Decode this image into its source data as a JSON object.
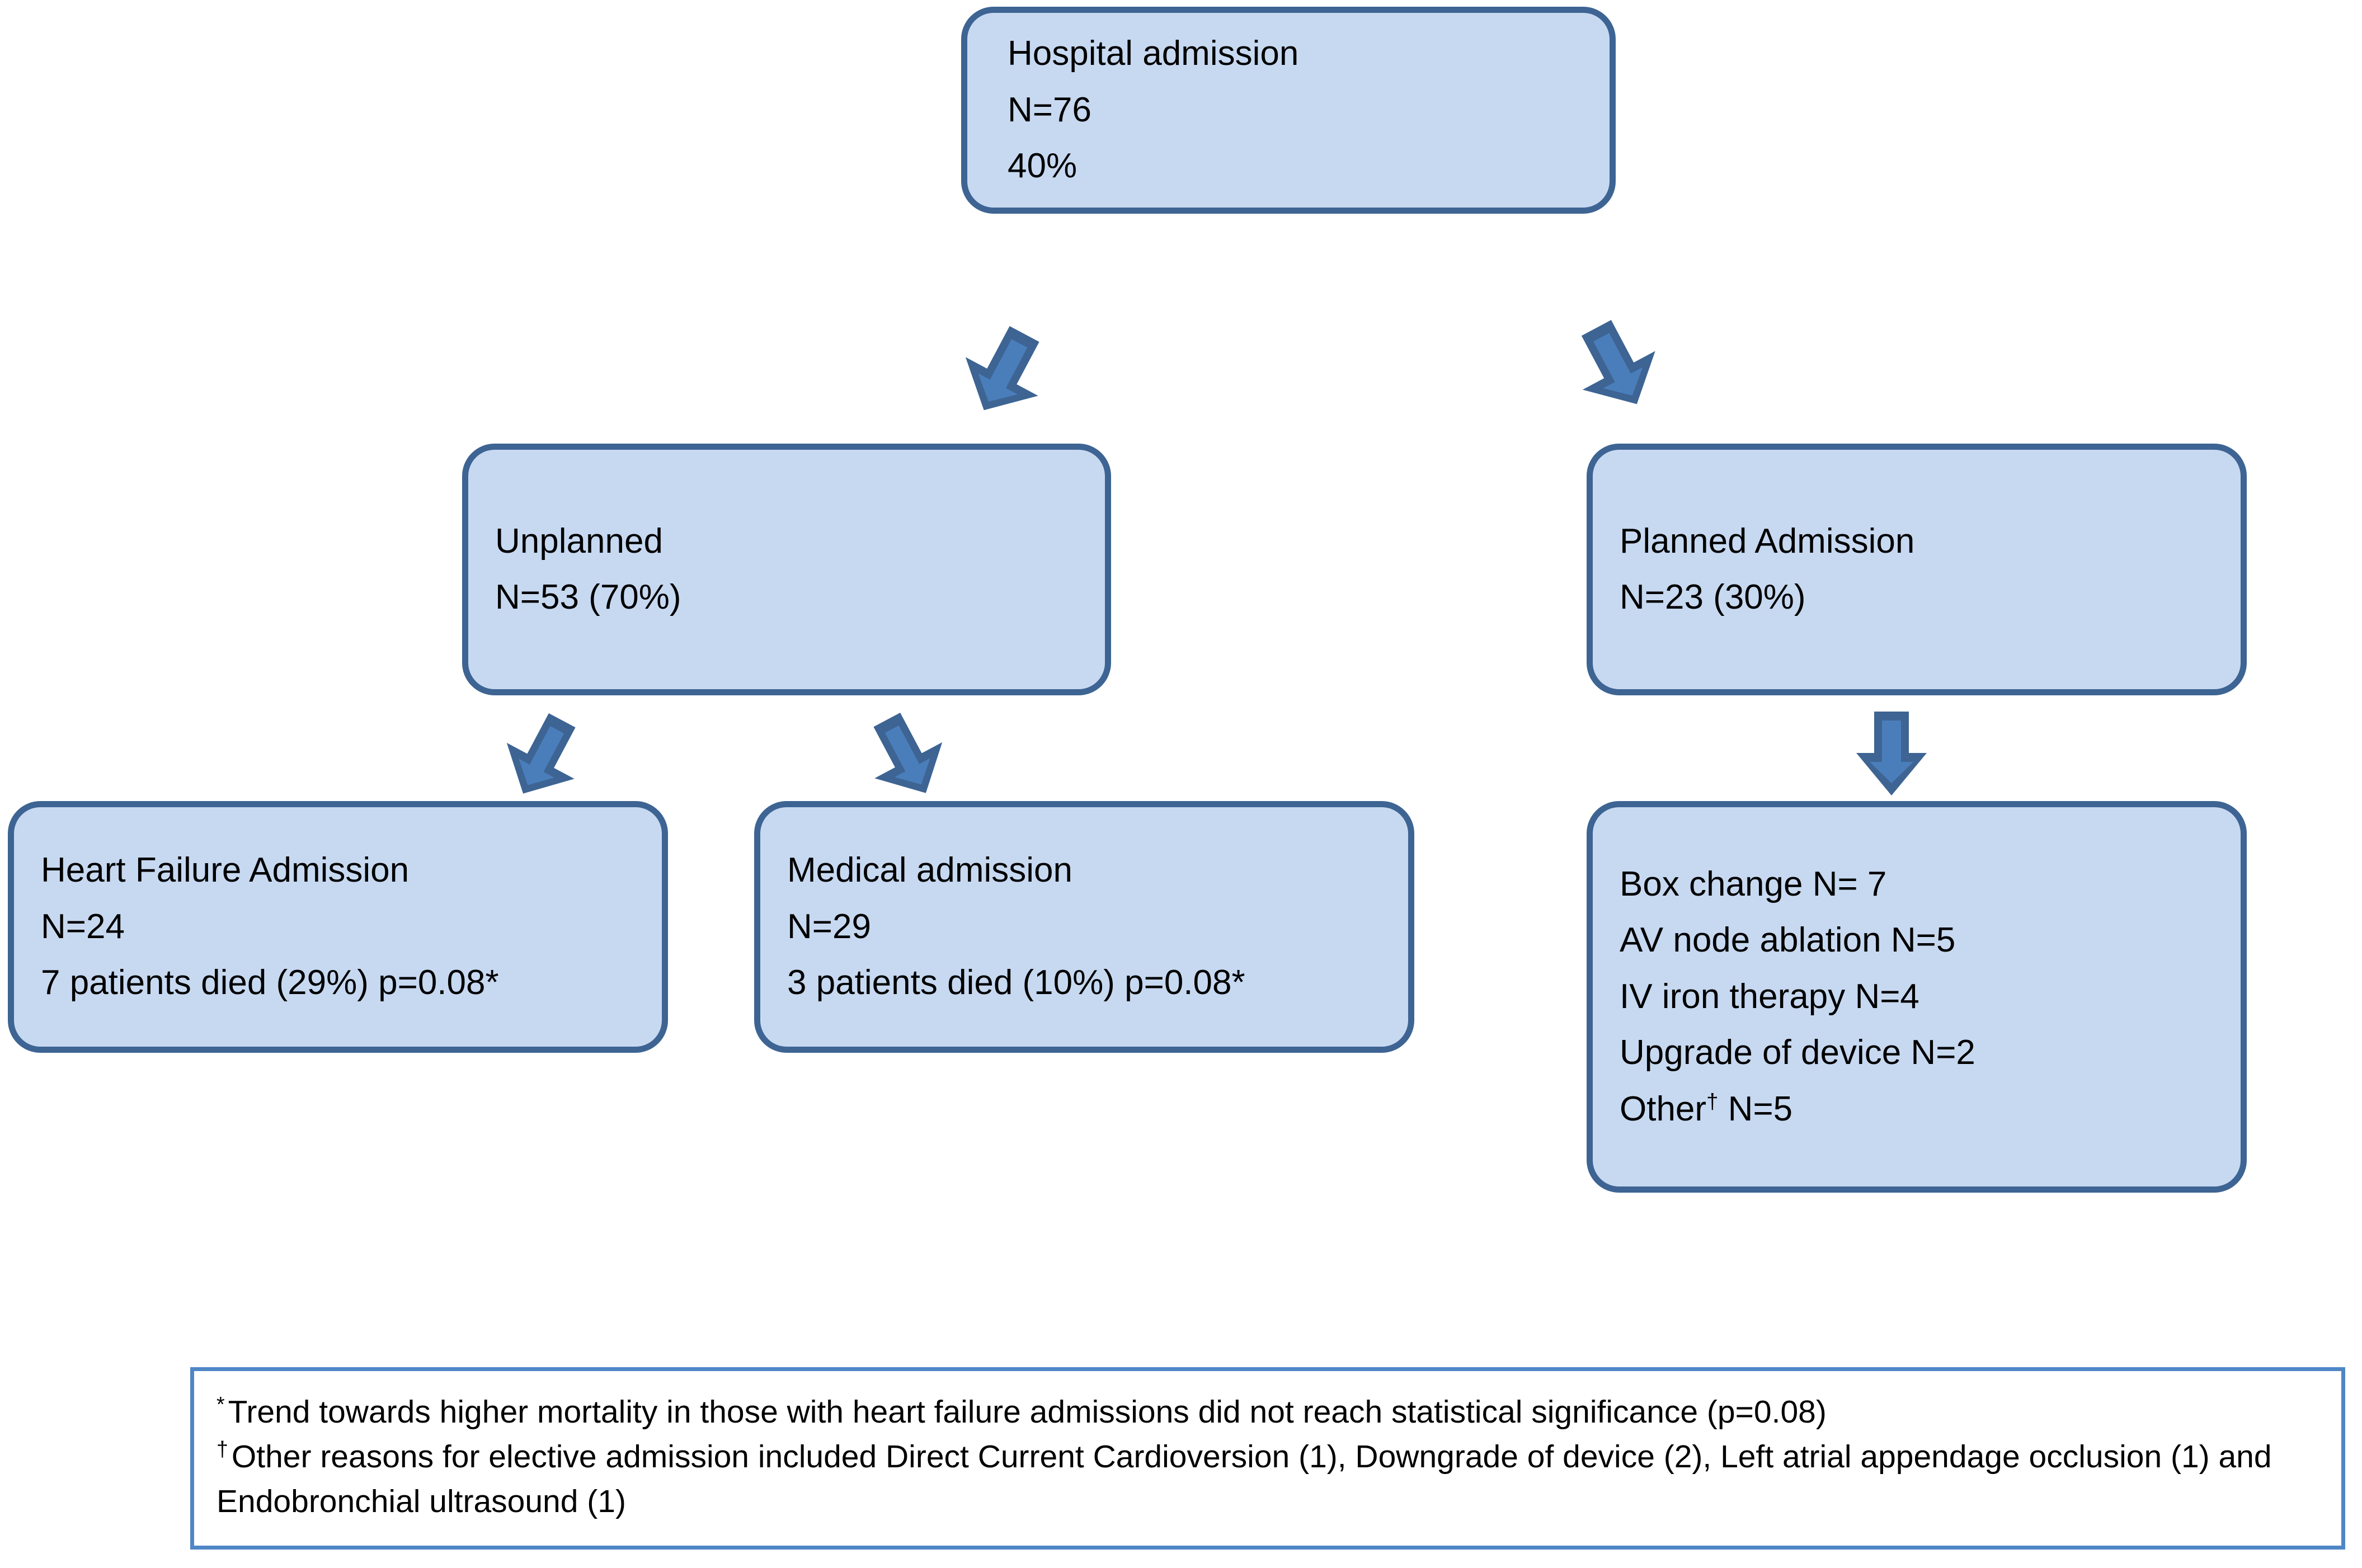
{
  "figure": {
    "type": "flowchart",
    "title": "Hospital admission outcomes flow diagram",
    "colors": {
      "node_fill": "#c7d9f1",
      "node_border": "#3d6493",
      "arrow_border": "#3d6493",
      "arrow_fill": "#4a7ebb",
      "footnote_border": "#4f86c6",
      "text": "#000000",
      "background": "#ffffff"
    }
  },
  "nodes": {
    "root": {
      "name": "hospital-admission",
      "lines": [
        "Hospital admission",
        "N=76",
        "40%"
      ]
    },
    "unplanned": {
      "name": "unplanned-admission",
      "lines": [
        "Unplanned",
        "N=53  (70%)"
      ]
    },
    "planned": {
      "name": "planned-admission",
      "lines": [
        "Planned Admission",
        "N=23  (30%)"
      ]
    },
    "heart_failure": {
      "name": "heart-failure-admission",
      "lines": [
        "Heart Failure Admission",
        "N=24",
        "7 patients died (29%) p=0.08*"
      ]
    },
    "medical": {
      "name": "medical-admission",
      "lines": [
        "Medical admission",
        "N=29",
        "3 patients died (10%) p=0.08*"
      ]
    },
    "planned_reasons": {
      "name": "planned-admission-reasons",
      "lines": [
        "Box change N= 7",
        "AV node ablation N=5",
        "IV iron therapy N=4",
        "Upgrade of device N=2"
      ],
      "other_label": "Other",
      "other_marker": "†",
      "other_count": " N=5"
    }
  },
  "arrows": [
    {
      "name": "arrow-root-to-unplanned",
      "from": "root",
      "to": "unplanned"
    },
    {
      "name": "arrow-root-to-planned",
      "from": "root",
      "to": "planned"
    },
    {
      "name": "arrow-unplanned-to-heart-failure",
      "from": "unplanned",
      "to": "heart_failure"
    },
    {
      "name": "arrow-unplanned-to-medical",
      "from": "unplanned",
      "to": "medical"
    },
    {
      "name": "arrow-planned-to-reasons",
      "from": "planned",
      "to": "planned_reasons"
    }
  ],
  "footnote": {
    "line1_marker": "*",
    "line1": "Trend towards higher mortality in those with heart failure admissions did not reach statistical significance (p=0.08)",
    "line2_marker": "†",
    "line2": "Other reasons for elective admission included Direct Current Cardioversion (1), Downgrade of device (2), Left atrial appendage occlusion (1) and Endobronchial ultrasound (1)"
  },
  "chart_data": {
    "type": "flowchart",
    "title": "Hospital admission outcomes",
    "total_admissions": 76,
    "total_percent": 40,
    "branches": [
      {
        "label": "Unplanned",
        "n": 53,
        "percent": 70
      },
      {
        "label": "Planned Admission",
        "n": 23,
        "percent": 30
      }
    ],
    "unplanned_children": [
      {
        "label": "Heart Failure Admission",
        "n": 24,
        "died": 7,
        "died_percent": 29,
        "p_value": 0.08
      },
      {
        "label": "Medical admission",
        "n": 29,
        "died": 3,
        "died_percent": 10,
        "p_value": 0.08
      }
    ],
    "planned_children": [
      {
        "label": "Box change",
        "n": 7
      },
      {
        "label": "AV node ablation",
        "n": 5
      },
      {
        "label": "IV iron therapy",
        "n": 4
      },
      {
        "label": "Upgrade of device",
        "n": 2
      },
      {
        "label": "Other",
        "n": 5
      }
    ]
  }
}
